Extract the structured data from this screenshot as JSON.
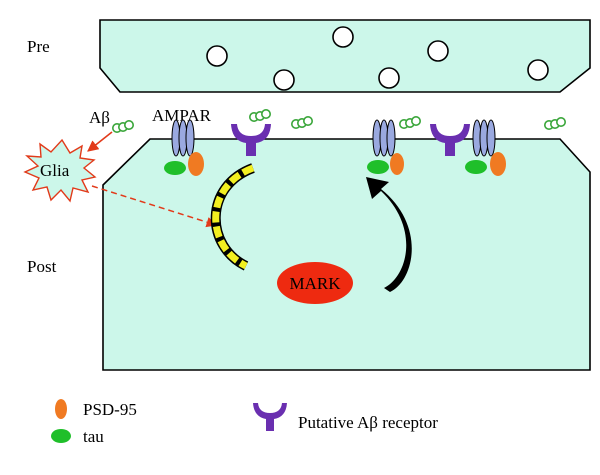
{
  "labels": {
    "pre": "Pre",
    "post": "Post",
    "abeta": "Aβ",
    "ampar": "AMPAR",
    "glia": "Glia",
    "mark": "MARK"
  },
  "legend": {
    "psd95": "PSD-95",
    "tau": "tau",
    "receptor": "Putative Aβ receptor"
  },
  "colors": {
    "cytoplasm": "#ccf7ea",
    "psd95": "#f07a22",
    "tau": "#1fbf2a",
    "receptor": "#6a2fb0",
    "ampar": "#9aa9e0",
    "mark": "#ee2a10",
    "glia_border": "#e23a1a",
    "yellow_arrow": "#f2ef20"
  }
}
